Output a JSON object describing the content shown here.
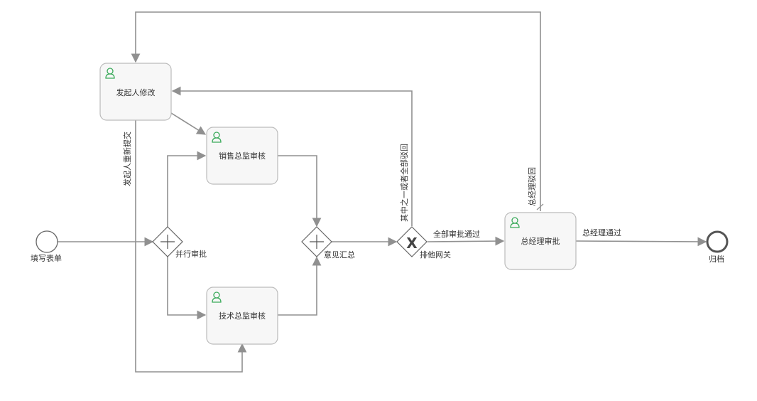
{
  "events": {
    "start": {
      "label": "填写表单"
    },
    "end": {
      "label": "归档"
    }
  },
  "tasks": {
    "initiator_modify": {
      "label": "发起人修改",
      "icon": "user-icon"
    },
    "sales_review": {
      "label": "销售总监审核",
      "icon": "user-icon"
    },
    "tech_review": {
      "label": "技术总监审核",
      "icon": "user-icon"
    },
    "gm_approve": {
      "label": "总经理审批",
      "icon": "user-icon"
    }
  },
  "gateways": {
    "parallel_split": {
      "label": "并行审批",
      "type": "parallel"
    },
    "parallel_join": {
      "label": "意见汇总",
      "type": "parallel"
    },
    "exclusive": {
      "label": "排他网关",
      "type": "exclusive",
      "mark": "X"
    }
  },
  "flows": {
    "all_approved": "全部审批通过",
    "gm_passed": "总经理通过",
    "any_rejected": "其中之一或者全部驳回",
    "gm_rejected": "总经理驳回",
    "resubmit": "发起人重新提交"
  },
  "colors": {
    "task_fill": "#f7f7f7",
    "task_border": "#bbbbbb",
    "flow_line": "#909090",
    "icon_green": "#3aaa5a"
  }
}
